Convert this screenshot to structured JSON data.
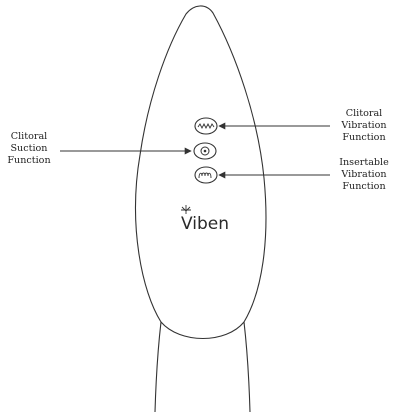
{
  "brand": "Viben",
  "colors": {
    "line": "#333333",
    "text": "#222222",
    "background": "#ffffff"
  },
  "labels": {
    "suction": [
      "Clitoral",
      "Suction",
      "Function"
    ],
    "clit_vibration": [
      "Clitoral",
      "Vibration",
      "Function"
    ],
    "insert_vibration": [
      "Insertable",
      "Vibration",
      "Function"
    ]
  },
  "buttons": [
    {
      "name": "clitoral-vibration-button",
      "icon": "wave-icon"
    },
    {
      "name": "suction-button",
      "icon": "target-icon"
    },
    {
      "name": "insertable-vibration-button",
      "icon": "wave-icon"
    }
  ]
}
